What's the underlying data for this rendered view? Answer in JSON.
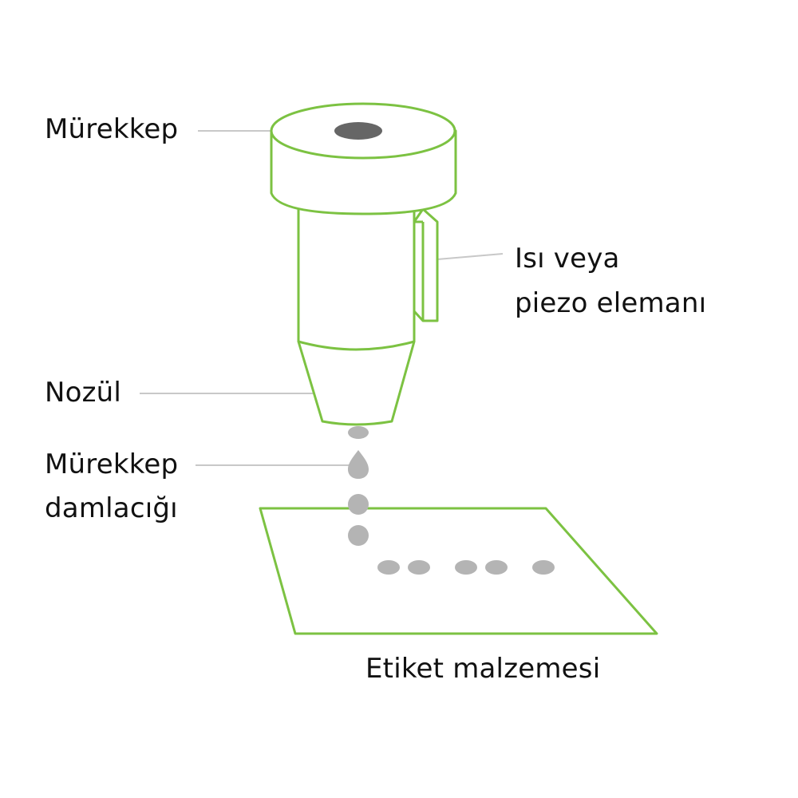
{
  "colors": {
    "outline": "#7cc242",
    "ink_well": "#666666",
    "droplet": "#b4b4b4",
    "leader_line": "#c8c8c8",
    "text": "#111111"
  },
  "labels": {
    "ink": "Mürekkep",
    "element_line1": "Isı veya",
    "element_line2": "piezo elemanı",
    "nozzle": "Nozül",
    "droplet_line1": "Mürekkep",
    "droplet_line2": "damlacığı",
    "material": "Etiket malzemesi"
  }
}
